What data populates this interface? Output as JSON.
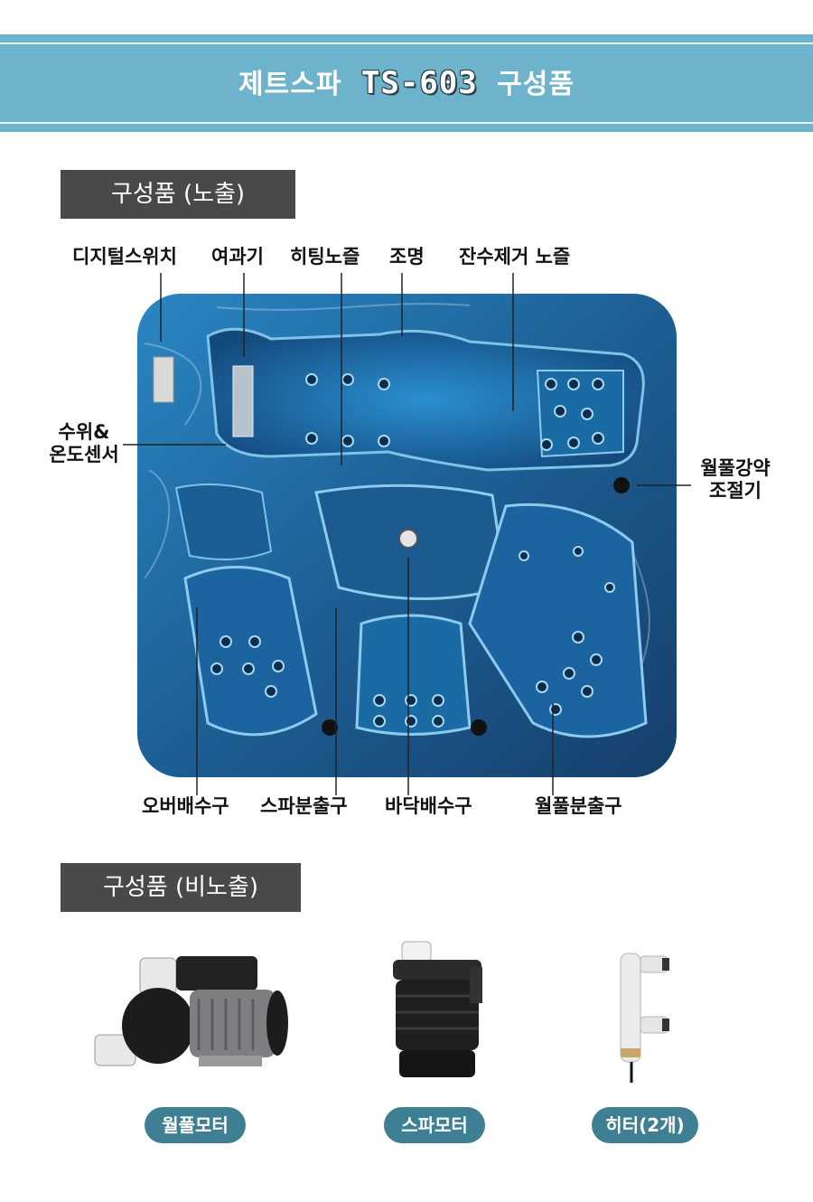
{
  "banner": {
    "title_prefix": "제트스파",
    "model": "TS-603",
    "title_suffix": "구성품"
  },
  "sections": {
    "exposed": "구성품 (노출)",
    "hidden": "구성품 (비노출)"
  },
  "labels": {
    "digital_switch": "디지털스위치",
    "filter": "여과기",
    "heating_nozzle": "히팅노즐",
    "lighting": "조명",
    "residual_water_nozzle": "잔수제거 노즐",
    "level_sensor_line1": "수위&",
    "level_sensor_line2": "온도센서",
    "whirlpool_control_line1": "월풀강약",
    "whirlpool_control_line2": "조절기",
    "overflow_drain": "오버배수구",
    "spa_outlet": "스파분출구",
    "floor_drain": "바닥배수구",
    "whirlpool_outlet": "월풀분출구"
  },
  "parts": [
    {
      "label": "월풀모터",
      "icon": "whirlpool-motor-icon"
    },
    {
      "label": "스파모터",
      "icon": "spa-motor-icon"
    },
    {
      "label": "히터(2개)",
      "icon": "heater-icon"
    }
  ],
  "colors": {
    "banner": "#6cb3cb",
    "tag": "#48494b",
    "pill": "#3f7f93",
    "tub": "#1f6fa8"
  }
}
